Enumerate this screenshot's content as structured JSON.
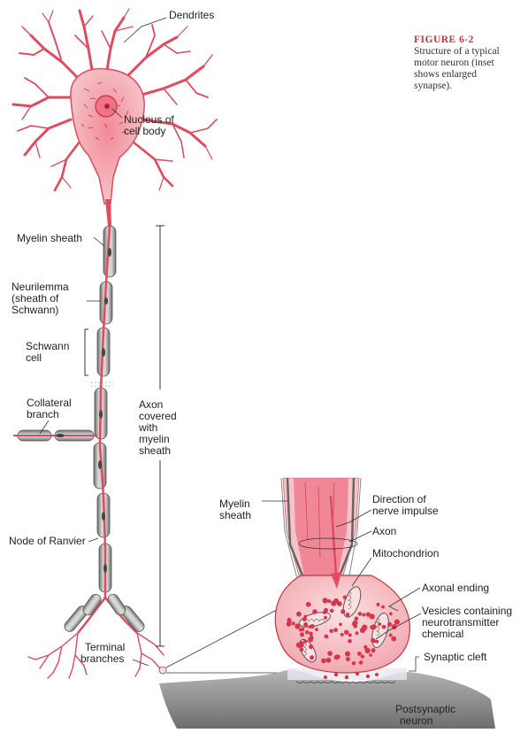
{
  "caption": {
    "figure": "FIGURE 6-2",
    "text_lines": [
      "Structure of a typical",
      "motor neuron (inset",
      "shows enlarged",
      "synapse)."
    ]
  },
  "labels": {
    "dendrites": "Dendrites",
    "nucleus": [
      "Nucleus of",
      "cell body"
    ],
    "myelin_sheath": "Myelin sheath",
    "neurilemma": [
      "Neurilemma",
      "(sheath of",
      "Schwann)"
    ],
    "schwann_cell": [
      "Schwann",
      "cell"
    ],
    "collateral_branch": [
      "Collateral",
      "branch"
    ],
    "axon_covered": [
      "Axon",
      "covered",
      "with",
      "myelin",
      "sheath"
    ],
    "node_of_ranvier": "Node of Ranvier",
    "terminal_branches": [
      "Terminal",
      "branches"
    ]
  },
  "inset_labels": {
    "myelin_sheath": [
      "Myelin",
      "sheath"
    ],
    "direction": [
      "Direction of",
      "nerve impulse"
    ],
    "axon": "Axon",
    "mitochondrion": "Mitochondrion",
    "axonal_ending": "Axonal ending",
    "vesicles": [
      "Vesicles containing",
      "neurotransmitter",
      "chemical"
    ],
    "synaptic_cleft": "Synaptic cleft",
    "postsynaptic": [
      "Postsynaptic",
      "neuron"
    ]
  },
  "colors": {
    "neuron_red": "#e24a5e",
    "neuron_pink": "#f6c4c8",
    "sheath_gray": "#a8a8a8",
    "vesicle_red": "#d8344a",
    "caption_red": "#c8323c",
    "postsynaptic_gray": "#8a8a8a"
  }
}
